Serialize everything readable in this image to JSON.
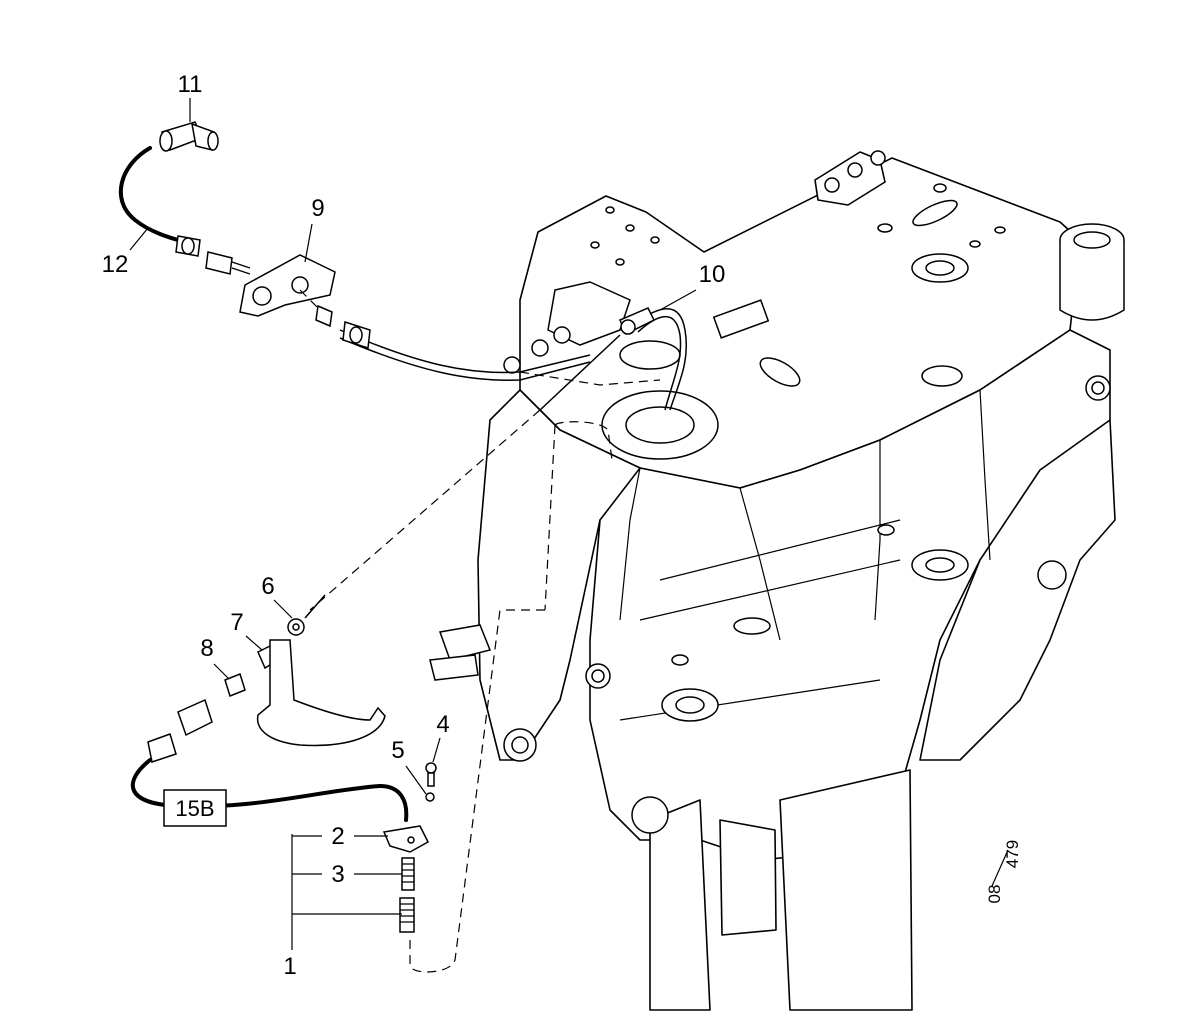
{
  "diagram": {
    "callouts": [
      "11",
      "12",
      "9",
      "10",
      "6",
      "7",
      "8",
      "4",
      "5",
      "2",
      "3",
      "1"
    ],
    "box_label": "15B",
    "sheet_ref": "08",
    "sheet_ref_page": "479"
  }
}
